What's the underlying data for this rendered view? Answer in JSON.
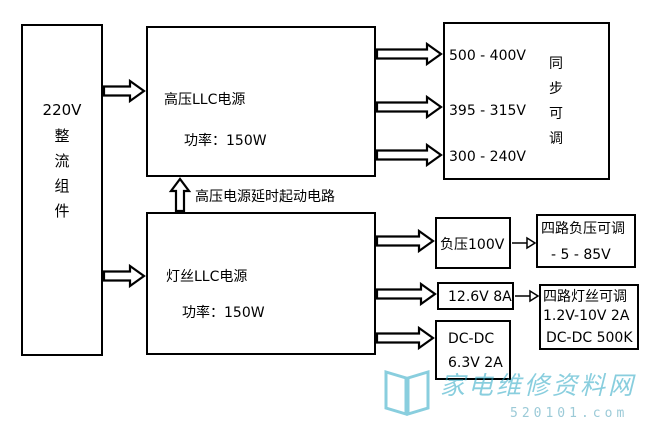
{
  "rectifier": {
    "label_top": "220V",
    "label_chars": "整流组件"
  },
  "hv_llc": {
    "title": "高压LLC电源",
    "power": "功率：150W"
  },
  "delay_label": "高压电源延时起动电路",
  "filament_llc": {
    "title": "灯丝LLC电源",
    "power": "功率：150W"
  },
  "hv_outputs": [
    {
      "value": "500 - 400V"
    },
    {
      "value": "395 - 315V"
    },
    {
      "value": "300 - 240V"
    }
  ],
  "sync_adjust": "同步可调",
  "neg_box": {
    "label": "负压100V"
  },
  "neg_adjust": {
    "line1": "四路负压可调",
    "line2": "- 5 - 85V"
  },
  "fil_out": {
    "label": "12.6V 8A"
  },
  "fil_adjust": {
    "line1": "四路灯丝可调",
    "line2": "1.2V-10V 2A",
    "line3": "DC-DC 500K"
  },
  "dcdc": {
    "line1": "DC-DC",
    "line2": "6.3V 2A"
  },
  "watermark": {
    "text": "家电维修资料网",
    "url": "520101.com",
    "color": "#2aa7c4"
  }
}
